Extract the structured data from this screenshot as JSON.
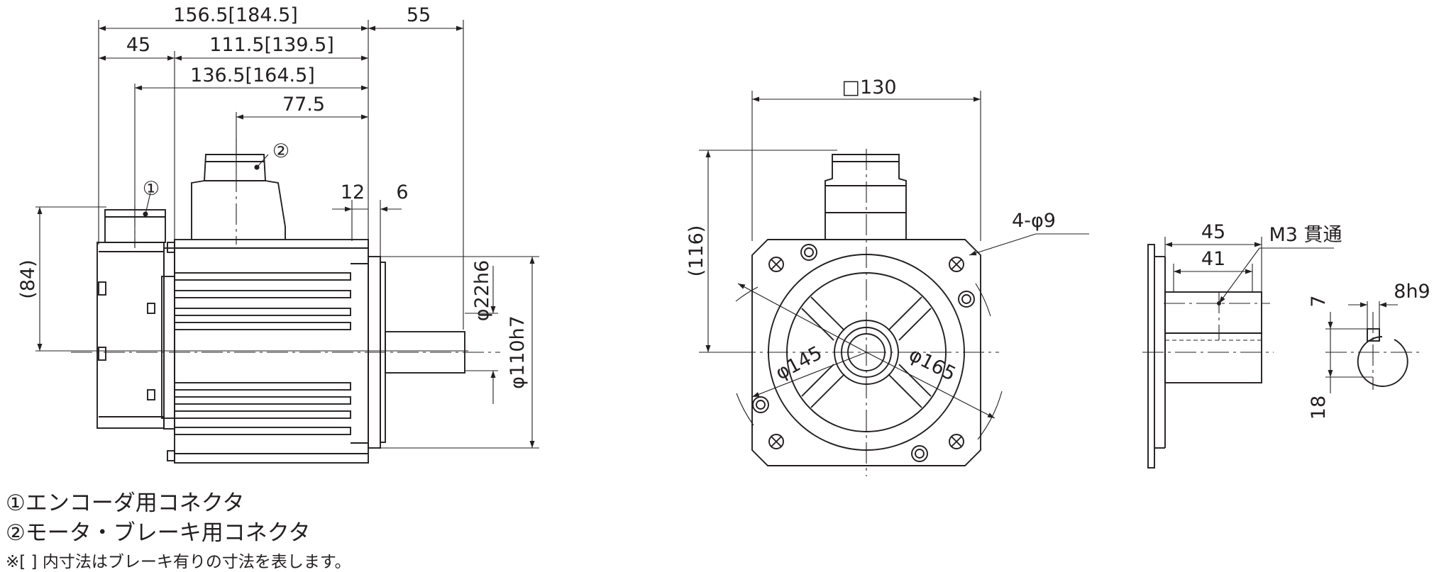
{
  "side_view": {
    "dim_overall": "156.5[184.5]",
    "dim_shaft": "55",
    "dim_encoder_section": "45",
    "dim_body": "111.5[139.5]",
    "dim_conn1_pos": "136.5[164.5]",
    "dim_conn2_pos": "77.5",
    "dim_flange": "12",
    "dim_spigot": "6",
    "dim_height": "(84)",
    "dim_shaft_dia": "φ22h6",
    "dim_spigot_dia": "φ110h7",
    "callout_1": "①",
    "callout_2": "②"
  },
  "front_view": {
    "dim_square": "□130",
    "dim_height": "(116)",
    "dim_holes": "4-φ9",
    "dim_pcd_inner": "φ145",
    "dim_pcd_outer": "φ165"
  },
  "shaft_detail": {
    "dim_length_outer": "45",
    "dim_length_inner": "41",
    "thread_label": "M3 貫通",
    "dim_key_width": "8h9",
    "dim_key_height": "7",
    "dim_key_depth": "18"
  },
  "notes": {
    "note_1": "①エンコーダ用コネクタ",
    "note_2": "②モータ・ブレーキ用コネクタ",
    "note_3": "※[ ] 内寸法はブレーキ有りの寸法を表します。"
  }
}
